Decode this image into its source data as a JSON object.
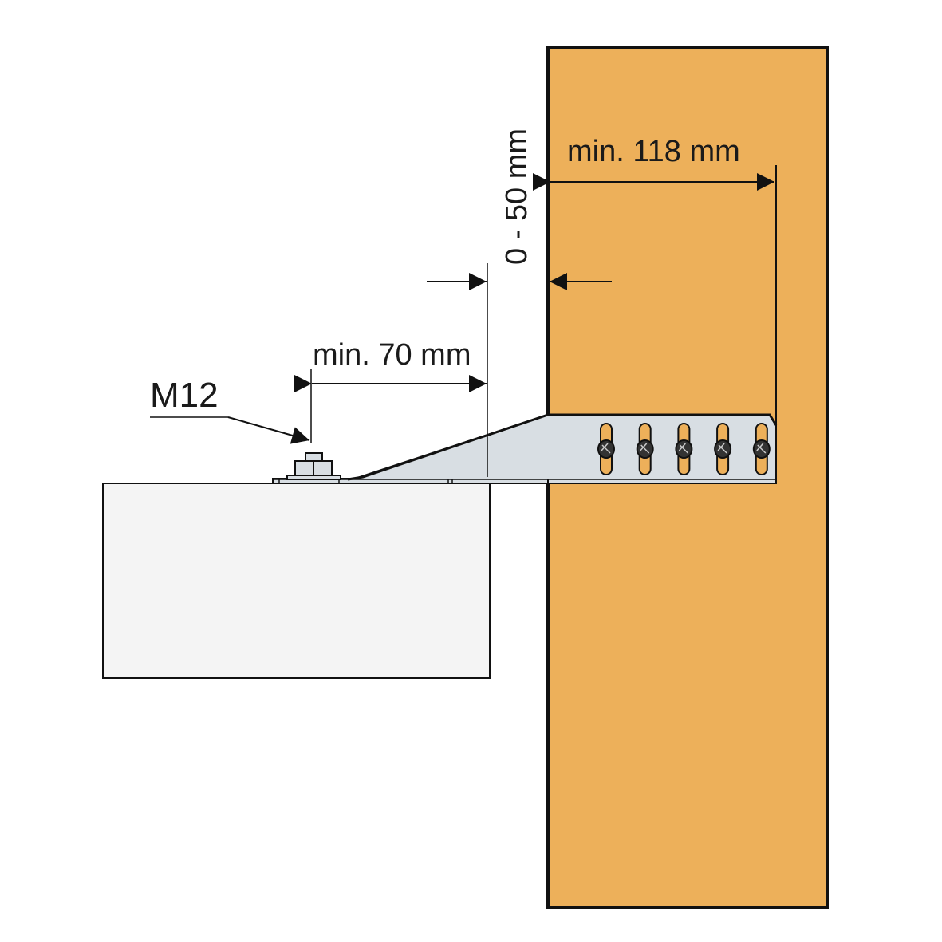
{
  "labels": {
    "min_118": "min. 118 mm",
    "range_0_50": "0 - 50 mm",
    "min_70": "min. 70 mm",
    "bolt": "M12"
  },
  "colors": {
    "wood": "#EDB05A",
    "bracket": "#D8DEE3",
    "door_closer": "#F4F4F4",
    "line": "#111111"
  },
  "screws": [
    1,
    2,
    3,
    4,
    5
  ]
}
